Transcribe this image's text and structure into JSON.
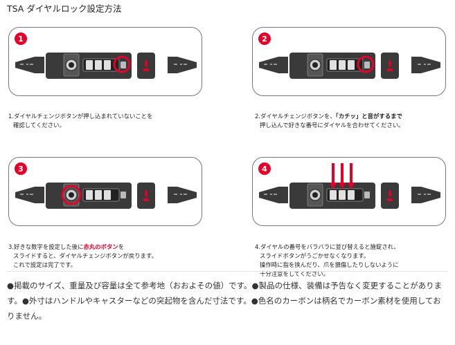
{
  "page": {
    "title": "TSA ダイヤルロック設定方法"
  },
  "steps": [
    {
      "number": "1",
      "caption": [
        "1.ダイヤルチェンジボタンが押し込まれていないことを",
        "確認してください。"
      ]
    },
    {
      "number": "2",
      "caption_prefix": "2.ダイヤルチェンジボタンを、",
      "caption_bold": "「カチッ」と音がするまで",
      "caption_rest": [
        "押し込んで好きな番号にダイヤルを合わせてください。"
      ]
    },
    {
      "number": "3",
      "caption_prefix": "3.好きな数字を設定した後に",
      "caption_red": "赤丸のボタン",
      "caption_suffix": "を",
      "caption_rest": [
        "スライドすると、ダイヤルチェンジボタンが戻ります。",
        "これで設定は完了です。"
      ]
    },
    {
      "number": "4",
      "caption": [
        "4.ダイヤルの番号をバラバラに並び替えると施錠され、",
        "スライドボタンがうごかせなくなります。",
        "操作時に指を挟んだり、爪を損傷したりしないように",
        "十分注意をしてください。"
      ]
    }
  ],
  "disclaimer": "●掲載のサイズ、重量及び容量は全て参考地（おおよその値）です。●製品の仕様、装備は予告なく変更することがあります。●外寸はハンドルやキャスターなどの突起物を含んだ寸法です。●色名のカーボンは柄名でカーボン素材を使用しておりません。",
  "colors": {
    "accent_red": "#e4002b",
    "lock_body": "#3a3a3a",
    "box_border": "#777777"
  },
  "icons": [
    "tsa-lock-icon",
    "red-circle-highlight",
    "red-arrow-indicator"
  ]
}
